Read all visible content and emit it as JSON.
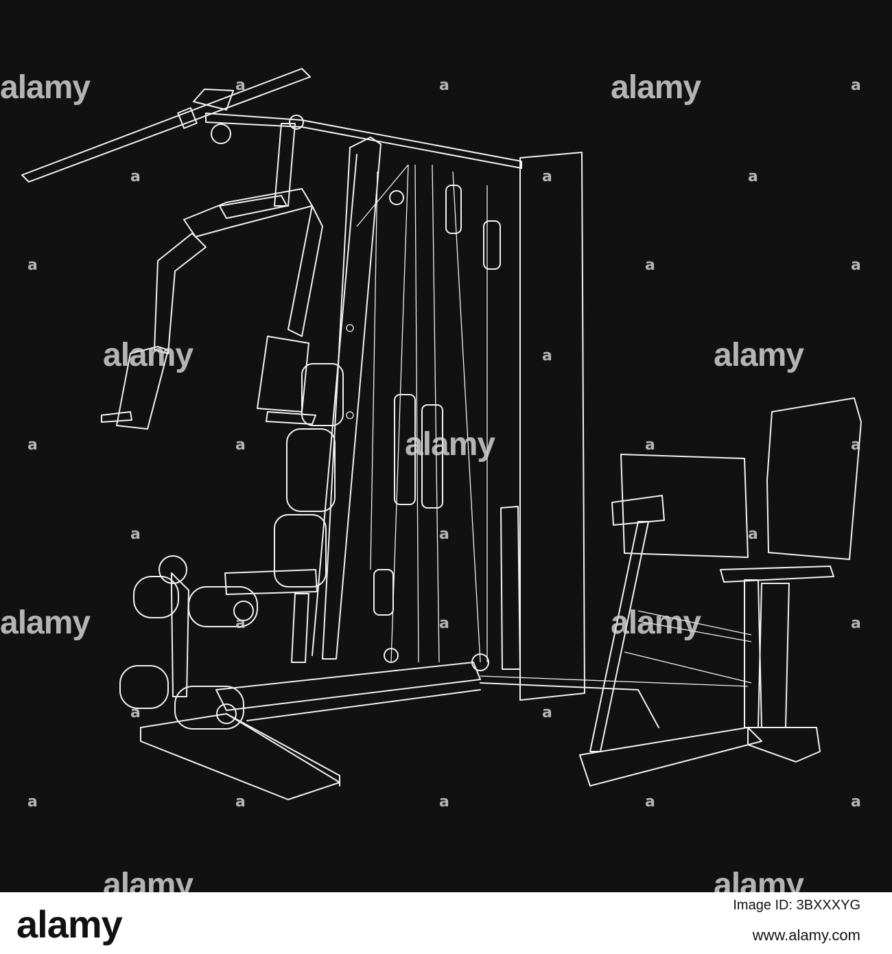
{
  "watermark": {
    "text": "alamy",
    "mark": "a"
  },
  "footer": {
    "logo": "alamy",
    "image_id": "Image ID: 3BXXXYG",
    "url": "www.alamy.com"
  },
  "colors": {
    "background": "#111111",
    "line": "#f2f2f2",
    "footer": "#ffffff"
  }
}
